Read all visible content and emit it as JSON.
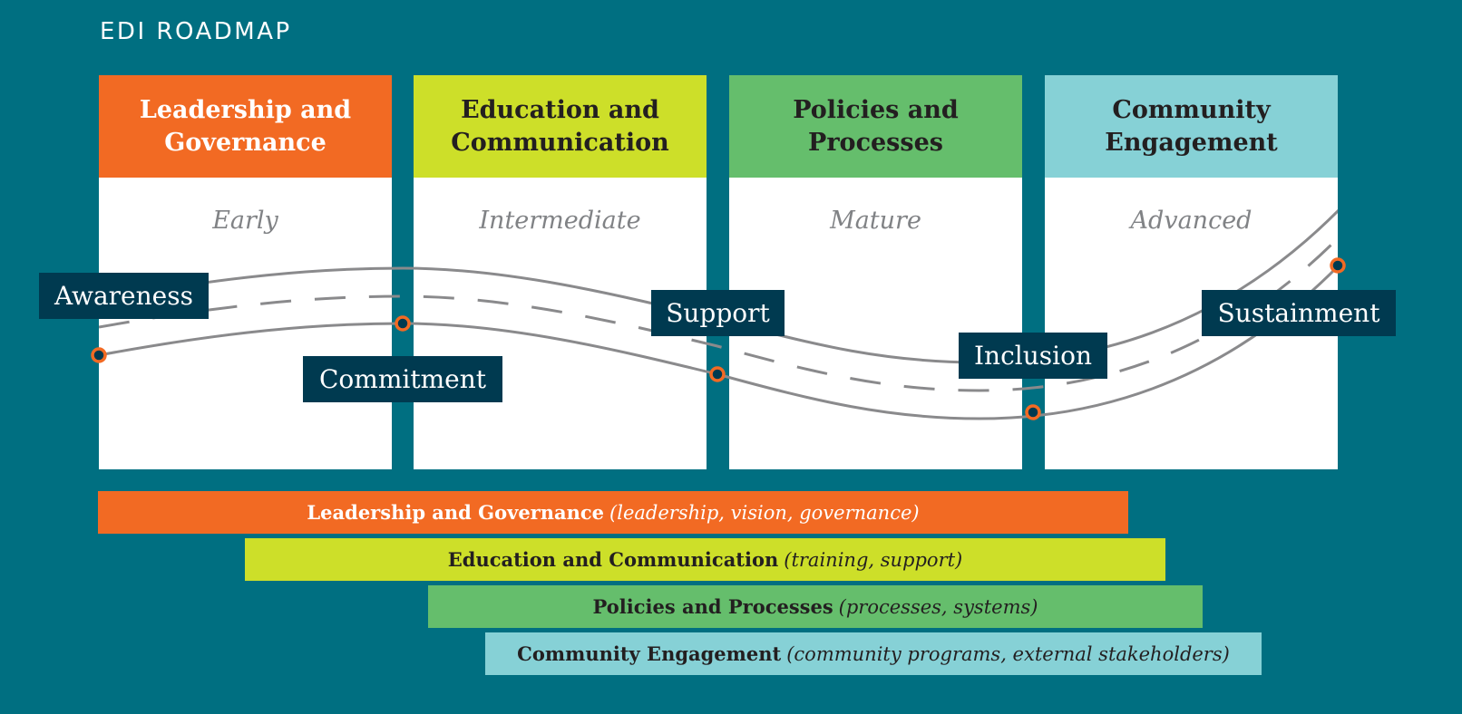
{
  "title": "EDI ROADMAP",
  "colors": {
    "background": "#006f81",
    "orange": "#f26a23",
    "lime": "#cddf29",
    "green": "#65be6c",
    "aqua": "#86d1d6",
    "navy": "#003a50",
    "road": "#8a8a8c"
  },
  "pillars": [
    {
      "title": "Leadership and Governance",
      "title_lines": [
        "Leadership and",
        "Governance"
      ],
      "stage": "Early",
      "color": "#f26a23",
      "text_color": "#ffffff"
    },
    {
      "title": "Education and Communication",
      "title_lines": [
        "Education and",
        "Communication"
      ],
      "stage": "Intermediate",
      "color": "#cddf29",
      "text_color": "#231f20"
    },
    {
      "title": "Policies and Processes",
      "title_lines": [
        "Policies and",
        "Processes"
      ],
      "stage": "Mature",
      "color": "#65be6c",
      "text_color": "#231f20"
    },
    {
      "title": "Community Engagement",
      "title_lines": [
        "Community",
        "Engagement"
      ],
      "stage": "Advanced",
      "color": "#86d1d6",
      "text_color": "#231f20"
    }
  ],
  "milestones": [
    "Awareness",
    "Commitment",
    "Support",
    "Inclusion",
    "Sustainment"
  ],
  "bars": [
    {
      "name": "Leadership and Governance",
      "detail": "(leadership, vision, governance)",
      "color": "#f26a23",
      "text_color": "#ffffff"
    },
    {
      "name": "Education and Communication",
      "detail": "(training, support)",
      "color": "#cddf29",
      "text_color": "#231f20"
    },
    {
      "name": "Policies and Processes",
      "detail": "(processes, systems)",
      "color": "#65be6c",
      "text_color": "#231f20"
    },
    {
      "name": "Community Engagement",
      "detail": "(community programs, external stakeholders)",
      "color": "#86d1d6",
      "text_color": "#231f20"
    }
  ]
}
